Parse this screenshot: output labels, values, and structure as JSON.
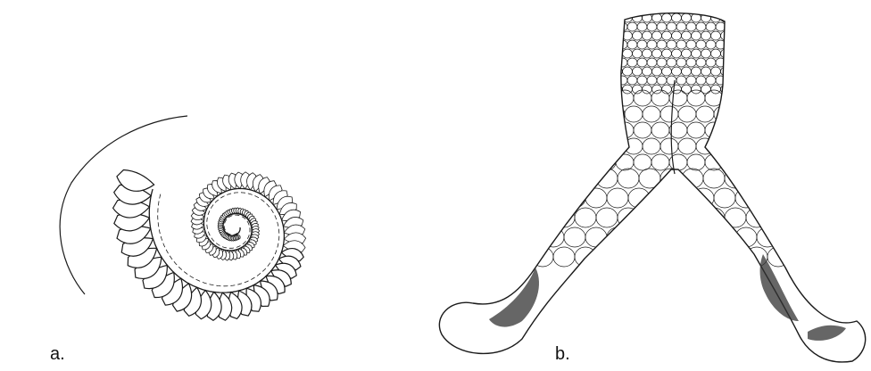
{
  "panels": [
    {
      "label": "a.",
      "depicts": "spiral-whorl-drawing"
    },
    {
      "label": "b.",
      "depicts": "forked-tubular-structure-drawing"
    }
  ],
  "colors": {
    "ink": "#1a1a1a",
    "paper": "#ffffff",
    "stipple": "#333333"
  }
}
